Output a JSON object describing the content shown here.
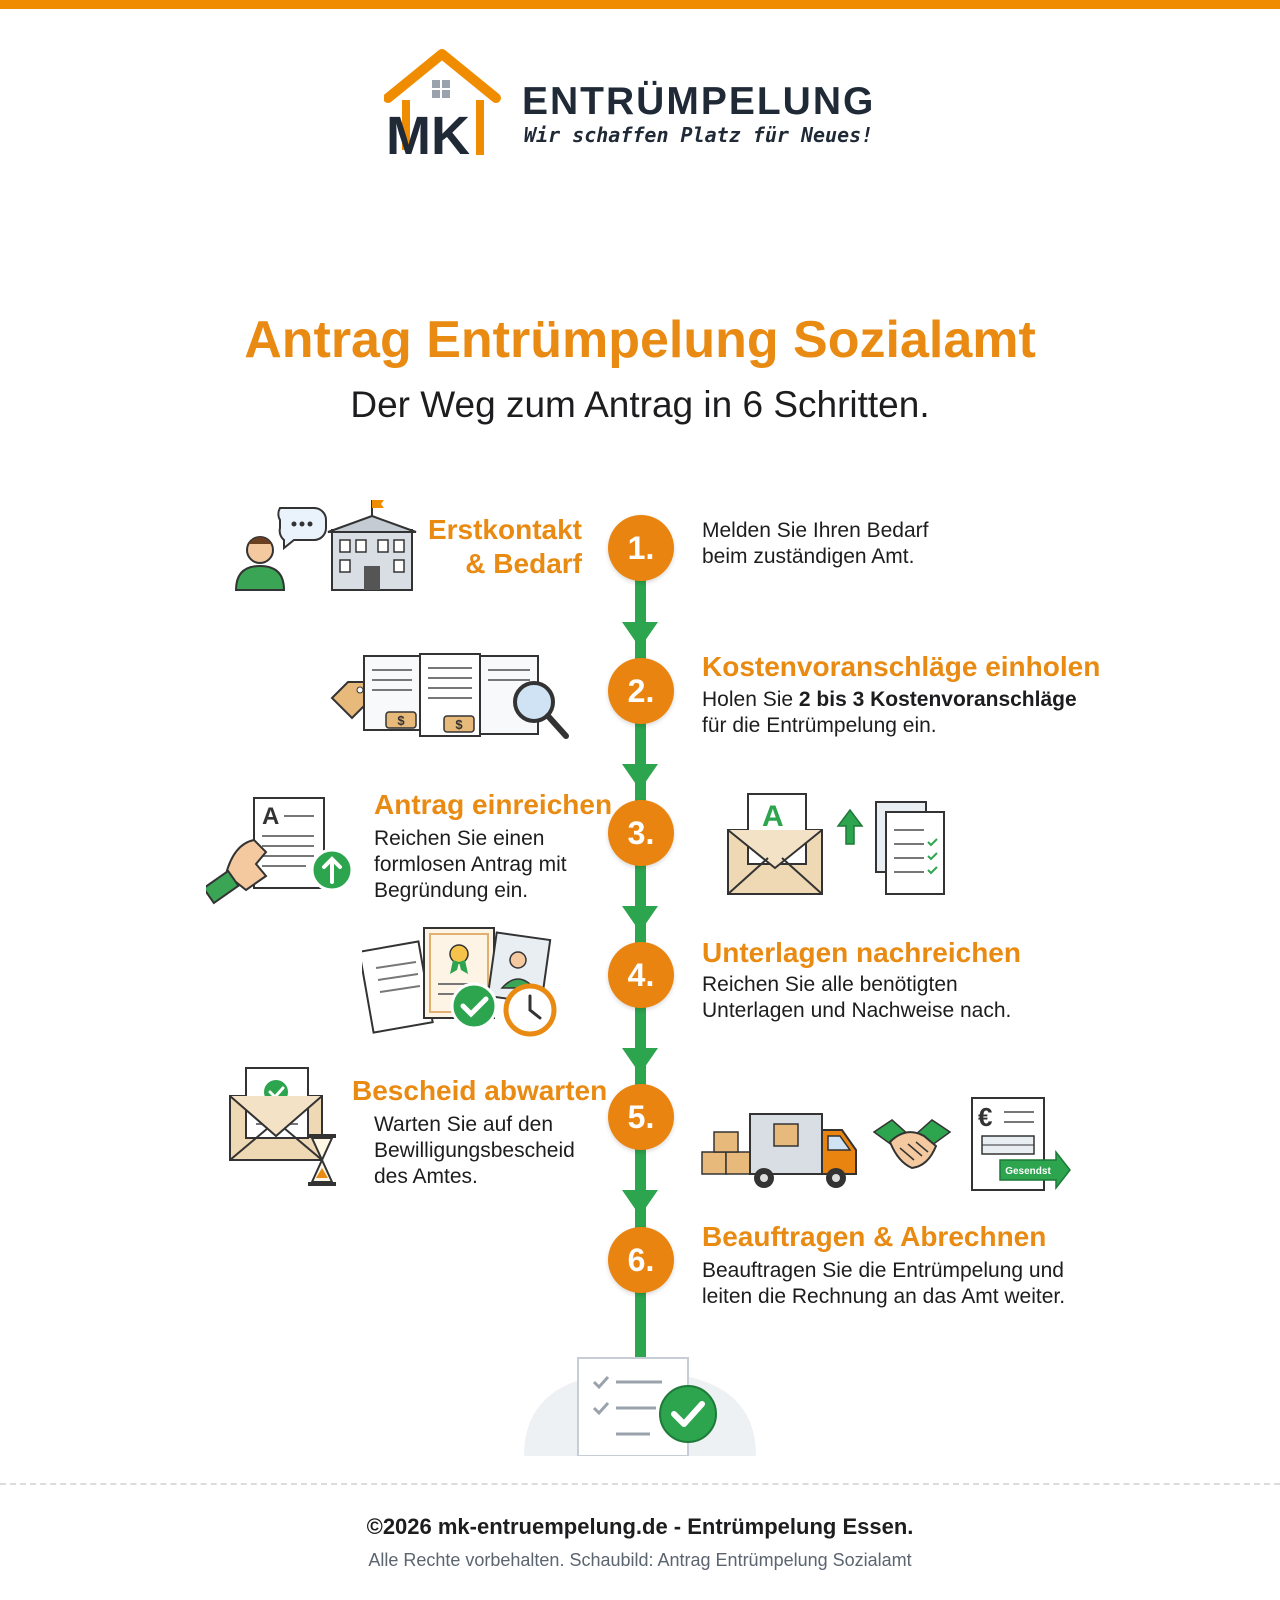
{
  "brand": {
    "initials": "MK",
    "name": "ENTRÜMPELUNG",
    "tagline": "Wir schaffen Platz für Neues!"
  },
  "header": {
    "title": "Antrag Entrümpelung Sozialamt",
    "subtitle": "Der Weg zum Antrag in 6 Schritten."
  },
  "steps": [
    {
      "number": "1.",
      "title_line1": "Erstkontakt",
      "title_line2": "& Bedarf",
      "text_line1": "Melden Sie Ihren Bedarf",
      "text_line2": "beim zuständigen Amt."
    },
    {
      "number": "2.",
      "title": "Kostenvoranschläge einholen",
      "text_pre": "Holen Sie ",
      "text_bold": "2 bis 3 Kostenvoranschläge",
      "text_line2": "für die Entrümpelung ein."
    },
    {
      "number": "3.",
      "title": "Antrag einreichen",
      "text_line1": "Reichen Sie einen",
      "text_line2": "formlosen Antrag mit",
      "text_line3": "Begründung ein."
    },
    {
      "number": "4.",
      "title": "Unterlagen nachreichen",
      "text_line1": "Reichen Sie alle benötigten",
      "text_line2": "Unterlagen und Nachweise nach."
    },
    {
      "number": "5.",
      "title": "Bescheid abwarten",
      "text_line1": "Warten Sie auf den",
      "text_line2": "Bewilligungsbescheid",
      "text_line3": "des Amtes."
    },
    {
      "number": "6.",
      "title": "Beauftragen & Abrechnen",
      "text_line1": "Beauftragen Sie die Entrümpelung und",
      "text_line2": "leiten die Rechnung an das Amt weiter."
    }
  ],
  "icons": {
    "doc_letter": "A",
    "currency": "$",
    "euro": "€",
    "sent_label": "Gesendst"
  },
  "colors": {
    "accent": "#e98a12",
    "green": "#2da44e",
    "dark": "#1f2a36"
  },
  "footer": {
    "copyright": "©2026 mk-entruempelung.de - Entrümpelung Essen.",
    "rights": "Alle Rechte vorbehalten. Schaubild: Antrag Entrümpelung Sozialamt"
  }
}
